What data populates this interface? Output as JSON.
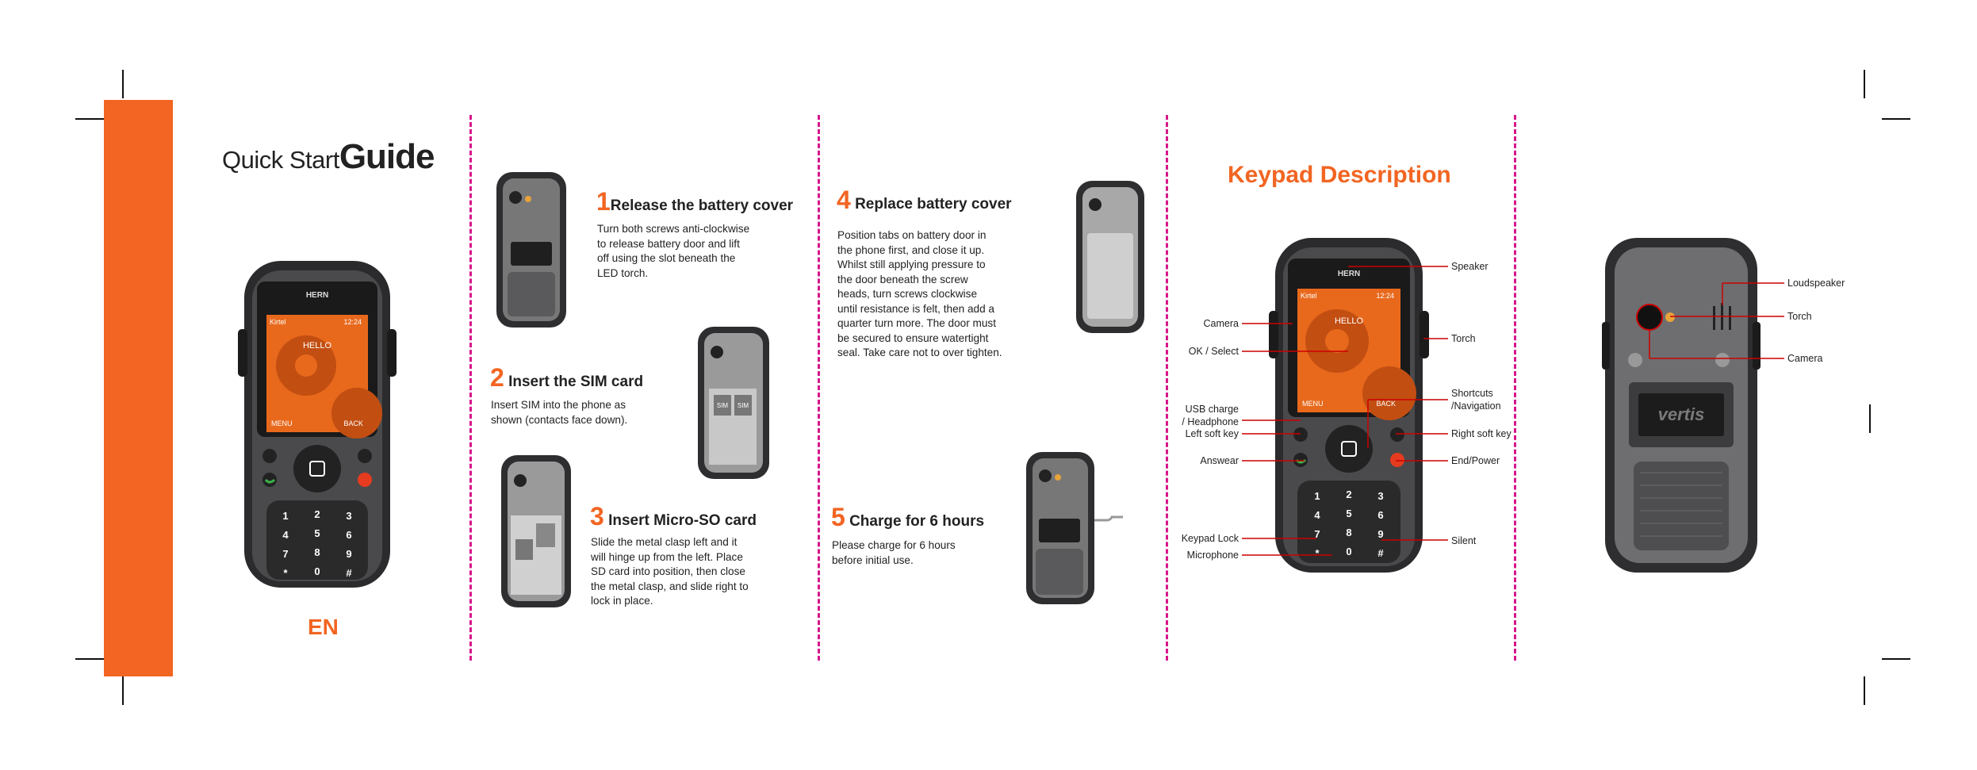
{
  "cover": {
    "quick": "Quick Start",
    "guide": "Guide",
    "lang": "EN",
    "phone_brand": "HERN",
    "screen_signal": "Kirtel",
    "screen_time": "12:24",
    "screen_hello": "HELLO",
    "screen_menu": "MENU",
    "screen_back": "BACK"
  },
  "steps": [
    {
      "num": "1",
      "title": "Release the battery cover",
      "text": "Turn both screws anti-clockwise\nto release battery door and lift\noff using the slot beneath the\nLED torch."
    },
    {
      "num": "2",
      "title": "Insert the SIM card",
      "text": "Insert SIM into the phone as\nshown (contacts face down)."
    },
    {
      "num": "3",
      "title": "Insert Micro-SO card",
      "text": "Slide the metal clasp left and it\nwill hinge up from the left. Place\nSD card into position, then close\nthe metal clasp, and slide right to\nlock in place."
    },
    {
      "num": "4",
      "title": "Replace battery cover",
      "text": "Position tabs on battery door in\nthe phone first, and close it up.\nWhilst still applying pressure to\nthe door beneath the screw\nheads, turn screws clockwise\nuntil resistance is felt, then add a\nquarter turn more. The door must\nbe secured to ensure watertight\nseal. Take care not to over tighten."
    },
    {
      "num": "5",
      "title": "Charge for 6 hours",
      "text": "Please charge for 6 hours\nbefore initial use."
    }
  ],
  "keypad": {
    "title": "Keypad Description",
    "left_labels": [
      "Camera",
      "OK / Select",
      "USB charge\n/ Headphone",
      "Left soft key",
      "Answear",
      "Keypad Lock",
      "Microphone"
    ],
    "right_labels": [
      "Speaker",
      "Torch",
      "Shortcuts\n/Navigation",
      "Right soft key",
      "End/Power",
      "Silent"
    ]
  },
  "back": {
    "labels": [
      "Loudspeaker",
      "Torch",
      "Camera"
    ],
    "brand": "vertis"
  },
  "sim_labels": [
    "SIM",
    "SIM"
  ],
  "keys": [
    "1",
    "2",
    "3",
    "4",
    "5",
    "6",
    "7",
    "8",
    "9",
    "*",
    "0",
    "#"
  ],
  "colors": {
    "accent": "#f26522",
    "fold_line": "#d6168a",
    "callout": "#cc0000"
  }
}
